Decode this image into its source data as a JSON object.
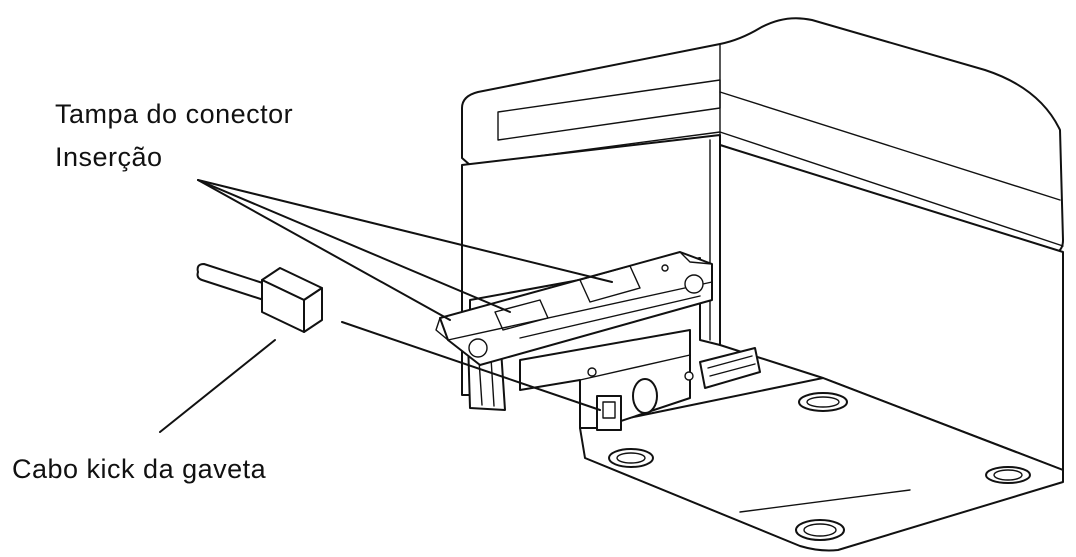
{
  "labels": {
    "connector_cover": "Tampa do conector",
    "insertion": "Inserção",
    "drawer_kick_cable": "Cabo kick da gaveta"
  },
  "colors": {
    "line": "#111111",
    "background": "#ffffff"
  }
}
